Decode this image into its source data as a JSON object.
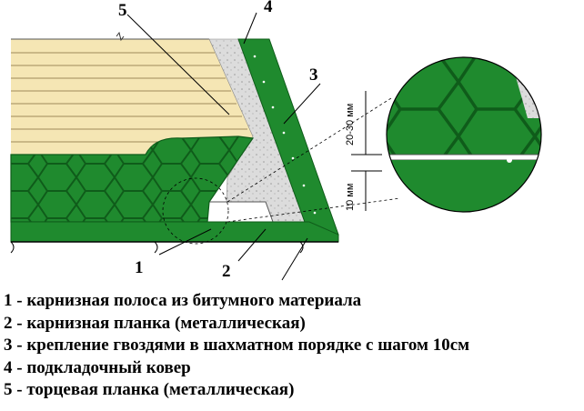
{
  "callouts": [
    {
      "number": "1"
    },
    {
      "number": "2"
    },
    {
      "number": "3"
    },
    {
      "number": "4"
    },
    {
      "number": "5"
    }
  ],
  "dimensions": {
    "upper": "20-30 мм",
    "lower": "10 мм"
  },
  "legend": [
    "1 - карнизная полоса из битумного материала",
    "2 - карнизная планка (металлическая)",
    "3 - крепление гвоздями в шахматном порядке с шагом 10см",
    "4 - подкладочный ковер",
    "5 - торцевая планка (металлическая)"
  ],
  "colors": {
    "wood": "#f5e6b4",
    "wood_lines": "#a08a5a",
    "green": "#1f8a2e",
    "green_dark": "#0f5c1a",
    "underlay": "#d8d8d8",
    "metal": "#ffffff"
  }
}
